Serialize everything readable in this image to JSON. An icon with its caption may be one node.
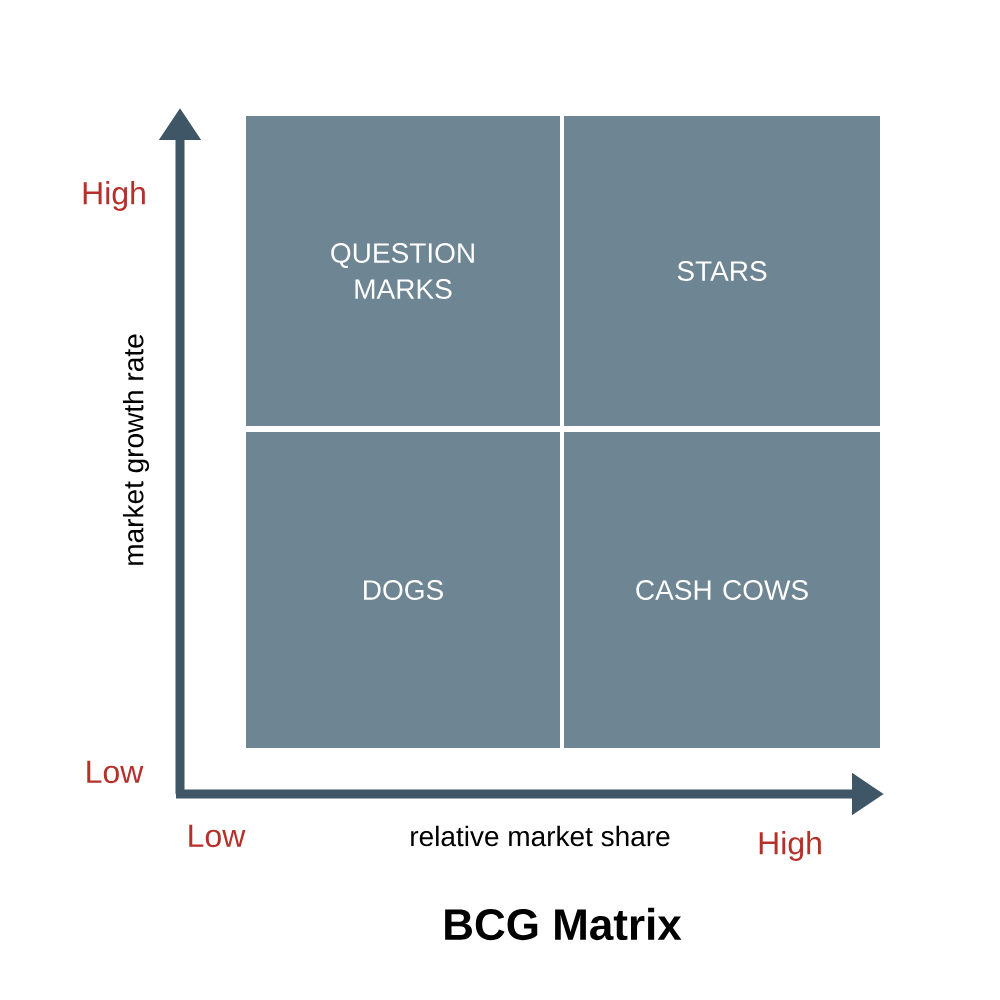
{
  "diagram": {
    "title": "BCG Matrix",
    "nodes": [
      {
        "text": [
          "QUESTION MARKS"
        ]
      },
      {
        "text": [
          "STARS"
        ]
      },
      {
        "text": [
          "DOGS"
        ]
      },
      {
        "text": [
          "CASH COWS"
        ]
      }
    ],
    "edges": [],
    "labels": [
      "High",
      "market growth rate",
      "Low",
      "Low",
      "relative market share",
      "High"
    ]
  }
}
